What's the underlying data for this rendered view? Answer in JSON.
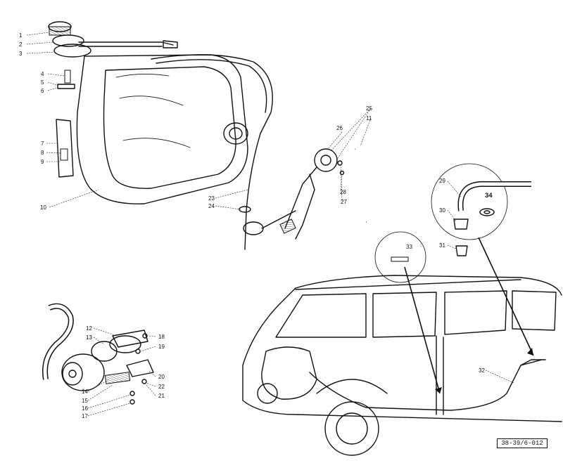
{
  "figure": {
    "reference_code": "38-39/6-012",
    "callouts": [
      "1",
      "2",
      "3",
      "4",
      "5",
      "6",
      "7",
      "8",
      "9",
      "10",
      "11",
      "12",
      "13",
      "14",
      "15",
      "16",
      "17",
      "18",
      "19",
      "20",
      "21",
      "22",
      "23",
      "24",
      "25",
      "26",
      "27",
      "28",
      "29",
      "30",
      "31",
      "32",
      "33",
      "34"
    ]
  },
  "colors": {
    "ink": "#111111",
    "paper": "#ffffff"
  }
}
